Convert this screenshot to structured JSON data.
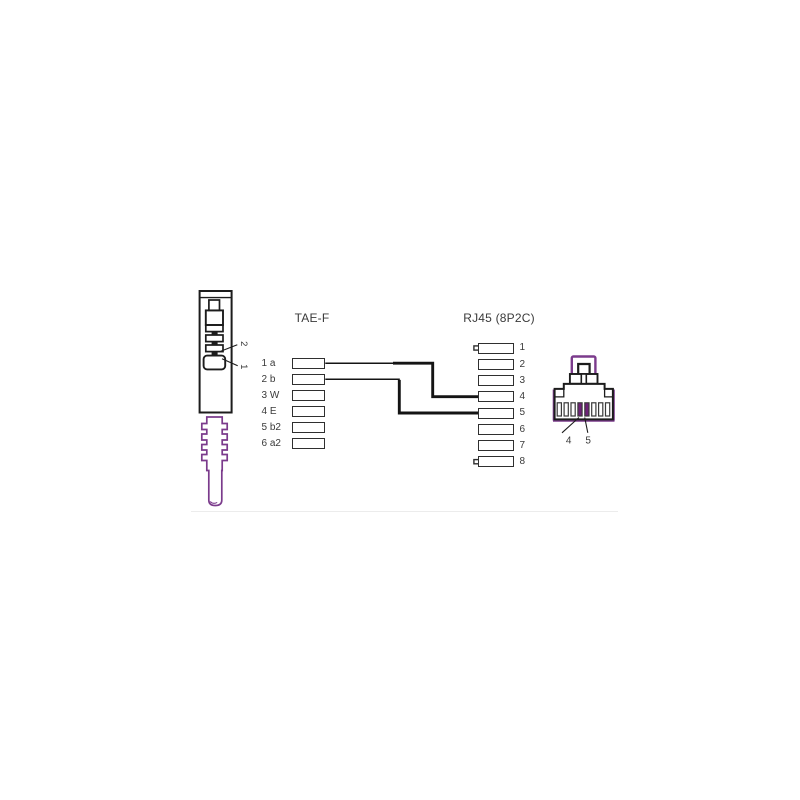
{
  "tae": {
    "title": "TAE-F",
    "pins": [
      {
        "label": "1 a"
      },
      {
        "label": "2 b"
      },
      {
        "label": "3 W"
      },
      {
        "label": "4 E"
      },
      {
        "label": "5 b2"
      },
      {
        "label": "6 a2"
      }
    ]
  },
  "rj45": {
    "title": "RJ45 (8P2C)",
    "pins": [
      {
        "label": "1"
      },
      {
        "label": "2"
      },
      {
        "label": "3"
      },
      {
        "label": "4"
      },
      {
        "label": "5"
      },
      {
        "label": "6"
      },
      {
        "label": "7"
      },
      {
        "label": "8"
      }
    ]
  },
  "tae_plug": {
    "contact_upper_label": "2",
    "contact_lower_label": "1"
  },
  "rj45_plug": {
    "pin4_label": "4",
    "pin5_label": "5"
  },
  "connections": [
    {
      "from_tae": "1 a",
      "to_rj45": "4"
    },
    {
      "from_tae": "2 b",
      "to_rj45": "5"
    }
  ],
  "colors": {
    "line_black": "#1c1c1c",
    "accent_purple": "#7b3b8c",
    "pin_highlight": "#6e2178",
    "text": "#3a3a3a"
  }
}
